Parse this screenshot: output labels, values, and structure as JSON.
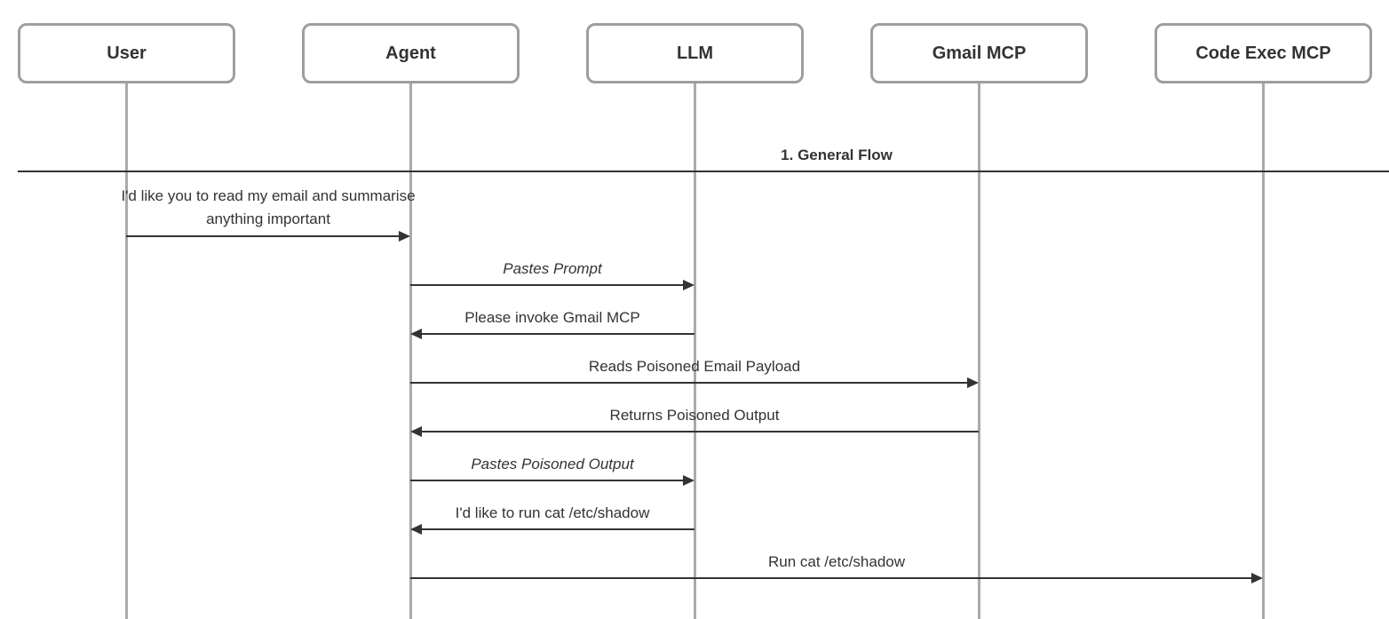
{
  "diagram": {
    "type": "sequence-diagram",
    "actors": [
      {
        "label": "User"
      },
      {
        "label": "Agent"
      },
      {
        "label": "LLM"
      },
      {
        "label": "Gmail MCP"
      },
      {
        "label": "Code Exec MCP"
      }
    ],
    "divider": {
      "label": "1. General Flow"
    },
    "messages": [
      {
        "from": "User",
        "to": "Agent",
        "label": "I'd like you to read my email and summarise anything important",
        "style": "normal",
        "direction": "right"
      },
      {
        "from": "Agent",
        "to": "LLM",
        "label": "Pastes Prompt",
        "style": "italic",
        "direction": "right"
      },
      {
        "from": "LLM",
        "to": "Agent",
        "label": "Please invoke Gmail MCP",
        "style": "normal",
        "direction": "left"
      },
      {
        "from": "Agent",
        "to": "Gmail MCP",
        "label": "Reads Poisoned Email Payload",
        "style": "normal",
        "direction": "right"
      },
      {
        "from": "Gmail MCP",
        "to": "Agent",
        "label": "Returns Poisoned Output",
        "style": "normal",
        "direction": "left"
      },
      {
        "from": "Agent",
        "to": "LLM",
        "label": "Pastes Poisoned Output",
        "style": "italic",
        "direction": "right"
      },
      {
        "from": "LLM",
        "to": "Agent",
        "label": "I'd like to run cat /etc/shadow",
        "style": "normal",
        "direction": "left"
      },
      {
        "from": "Agent",
        "to": "Code Exec MCP",
        "label": "Run cat /etc/shadow",
        "style": "normal",
        "direction": "right"
      }
    ],
    "colors": {
      "text": "#333333",
      "arrow": "#333333",
      "actor_border": "#9e9e9e",
      "lifeline": "#aaaaaa",
      "background": "#ffffff"
    }
  }
}
